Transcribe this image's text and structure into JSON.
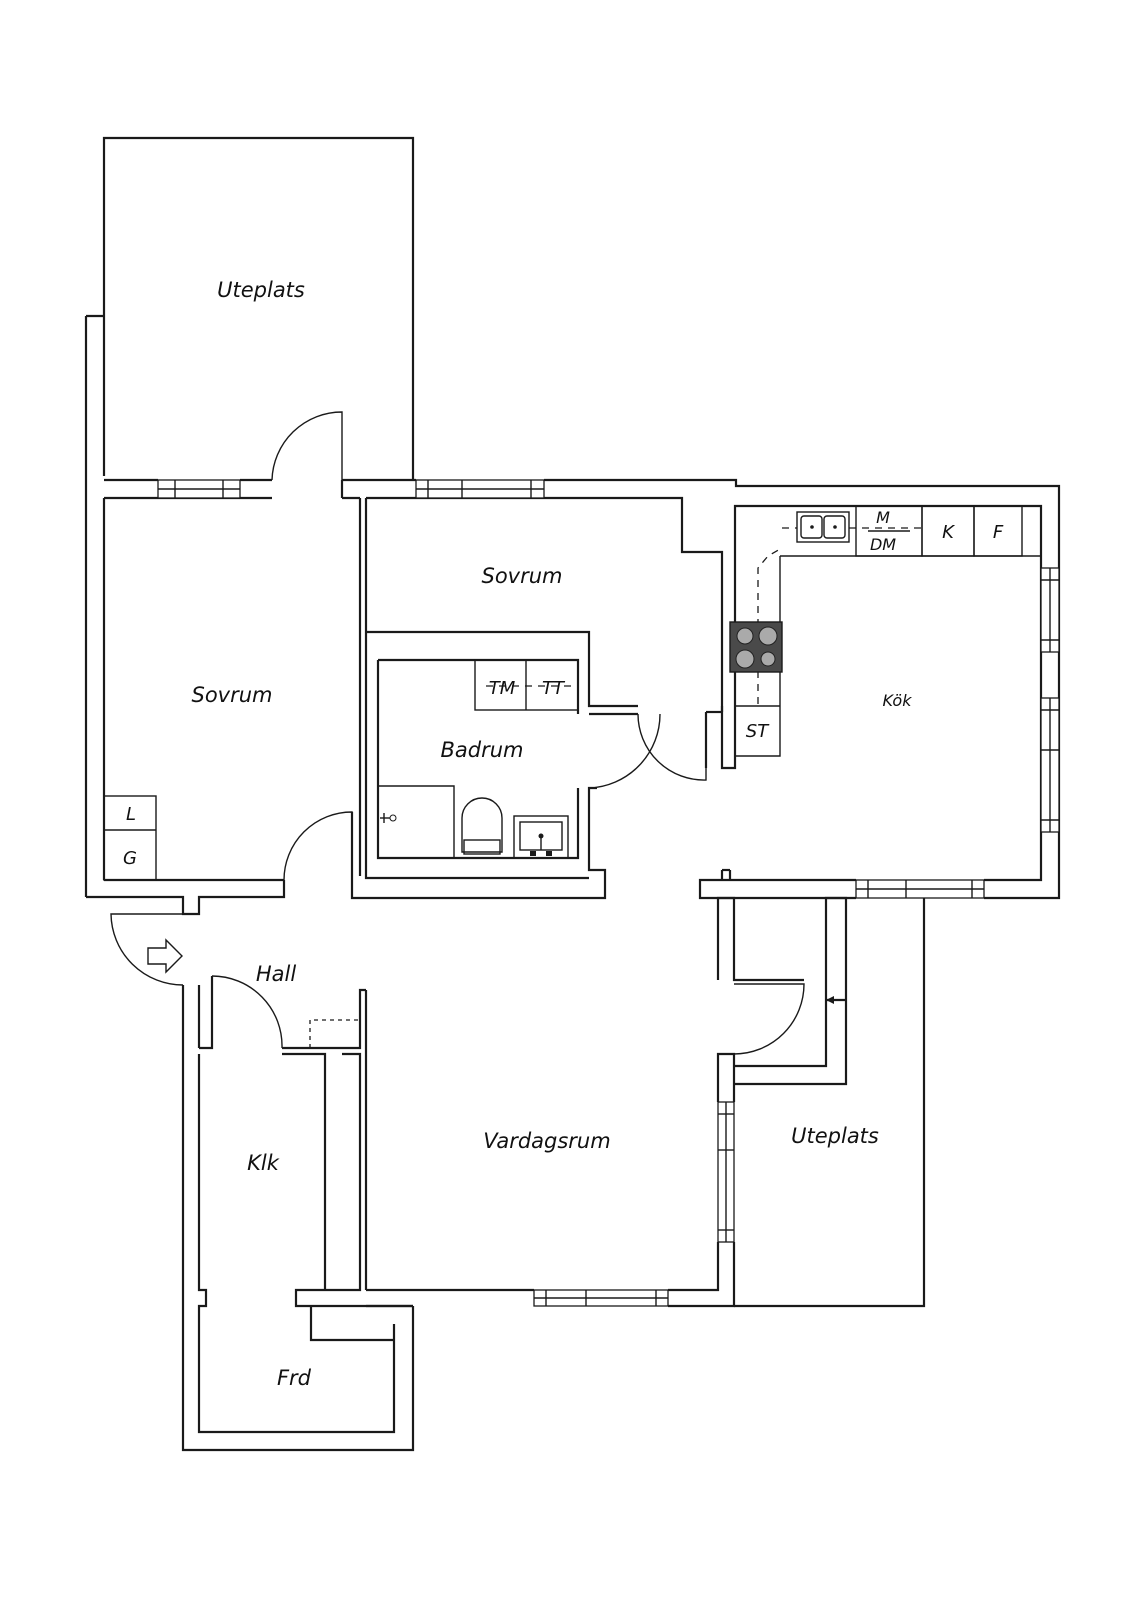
{
  "rooms": {
    "uteplats_top": "Uteplats",
    "sovrum_left": "Sovrum",
    "sovrum_mid": "Sovrum",
    "badrum": "Badrum",
    "kok": "Kök",
    "hall": "Hall",
    "klk": "Klk",
    "vardagsrum": "Vardagsrum",
    "uteplats_right": "Uteplats",
    "frd": "Frd"
  },
  "fixtures": {
    "linen": "L",
    "wardrobe": "G",
    "washer": "TM",
    "dryer": "TT",
    "stove_cabinet": "ST",
    "microwave": "M",
    "dishwasher": "DM",
    "fridge": "K",
    "freezer": "F"
  },
  "icons": {
    "entrance": "entrance-arrow-icon",
    "stove": "stove-icon",
    "sink": "kitchen-sink-icon",
    "toilet": "toilet-icon",
    "washbasin": "washbasin-icon"
  }
}
